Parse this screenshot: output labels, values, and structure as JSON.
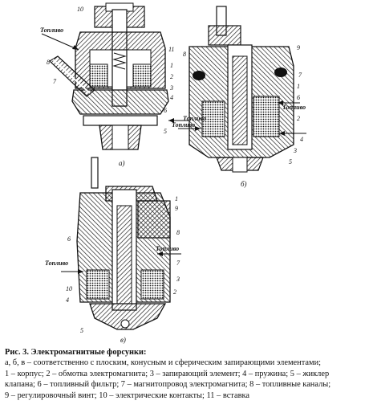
{
  "figure": {
    "fuel_label": "Топливо",
    "panels": [
      {
        "letter": "а)",
        "callouts": [
          "10",
          "11",
          "8",
          "1",
          "2",
          "3",
          "7",
          "4",
          "6",
          "5"
        ]
      },
      {
        "letter": "б)",
        "callouts": [
          "8",
          "9",
          "7",
          "1",
          "6",
          "2",
          "4",
          "3",
          "5"
        ]
      },
      {
        "letter": "в)",
        "callouts": [
          "1",
          "9",
          "6",
          "8",
          "7",
          "3",
          "2",
          "10",
          "4",
          "5"
        ]
      }
    ]
  },
  "caption": {
    "title": "Рис. 3. Электромагнитные форсунки:",
    "lines": [
      "а, б, в – соответственно с плоским, конусным и сферическим запирающими элементами;",
      "1 – корпус; 2 – обмотка электромагнита; 3 – запирающий элемент; 4 – пружина; 5 – жиклер",
      "клапана; 6 – топливный фильтр; 7 – магнитопровод электромагнита; 8 – топливные каналы;",
      "9 – регулировочный винт; 10 – электрические контакты; 11 – вставка"
    ]
  }
}
